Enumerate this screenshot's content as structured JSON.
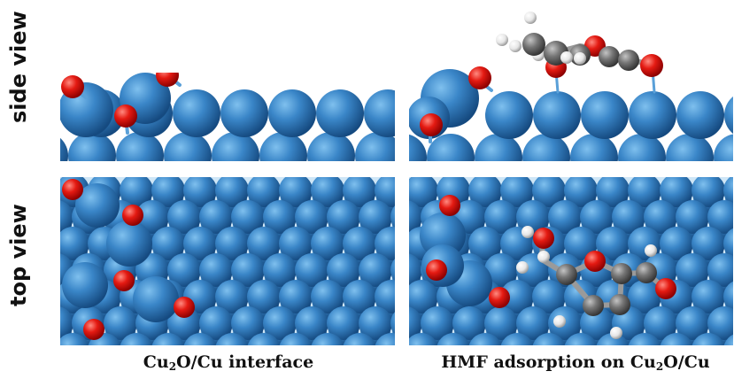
{
  "row_labels": {
    "side": "side view",
    "top": "top view"
  },
  "captions": {
    "left": {
      "pre": "Cu",
      "sub1": "2",
      "post": "O/Cu interface"
    },
    "right": {
      "pre": "HMF adsorption on Cu",
      "sub1": "2",
      "post": "O/Cu"
    }
  },
  "colors": {
    "copper": "#2f78b8",
    "oxygen": "#e01010",
    "carbon": "#6c6c6c",
    "hydrogen": "#f0f0f0",
    "background": "#ffffff"
  }
}
